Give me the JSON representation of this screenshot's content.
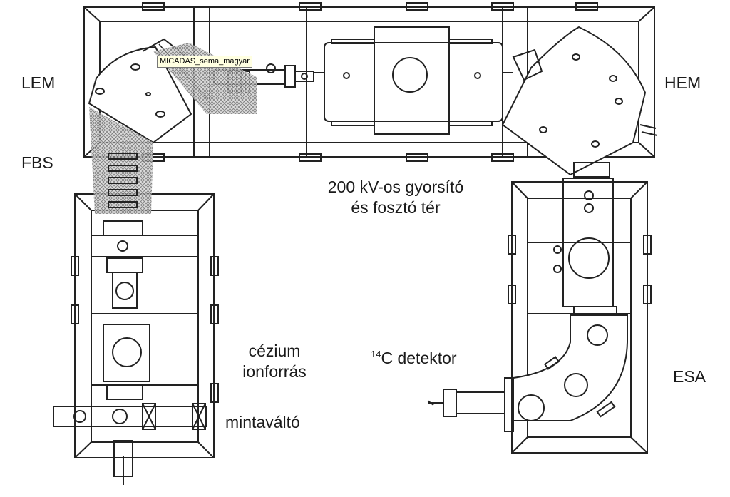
{
  "labels": {
    "lem": "LEM",
    "hem": "HEM",
    "fbs": "FBS",
    "accelerator_line1": "200 kV-os gyorsító",
    "accelerator_line2": "és fosztó tér",
    "cesium_line1": "cézium",
    "cesium_line2": "ionforrás",
    "sample_changer": "mintaváltó",
    "detector_sup": "14",
    "detector_text": "C detektor",
    "esa": "ESA"
  },
  "tooltip": {
    "text": "MICADAS_sema_magyar"
  },
  "colors": {
    "line": "#222222",
    "hatch": "#8a8a8a",
    "tooltip_bg": "#ffffe1"
  }
}
